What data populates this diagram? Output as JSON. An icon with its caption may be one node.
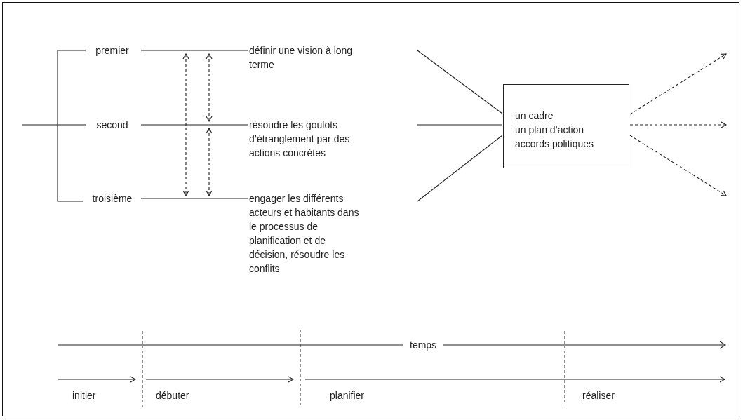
{
  "diagram": {
    "nodes": [
      {
        "text": [
          "premier"
        ]
      },
      {
        "text": [
          "second"
        ]
      },
      {
        "text": [
          "troisième"
        ]
      },
      {
        "text": [
          "définir une vision à long terme"
        ]
      },
      {
        "text": [
          "résoudre les goulots d’étranglement par des actions concrètes"
        ]
      },
      {
        "text": [
          "engager les différents acteurs et habitants dans le processus de planification et de décision, résoudre les conflits"
        ]
      },
      {
        "text": [
          "un cadre",
          "un plan d’action",
          "accords politiques"
        ]
      }
    ],
    "edges": [
      {
        "from": 0,
        "to": 3,
        "arrow": "none"
      },
      {
        "from": 1,
        "to": 4,
        "arrow": "none"
      },
      {
        "from": 2,
        "to": 5,
        "arrow": "none"
      },
      {
        "from": null,
        "to": 6,
        "arrow": "none"
      },
      {
        "from": null,
        "to": 6,
        "arrow": "none"
      },
      {
        "from": null,
        "to": 6,
        "arrow": "none"
      },
      {
        "from": 6,
        "to": null,
        "arrow": "to",
        "style": "dashed"
      },
      {
        "from": 6,
        "to": null,
        "arrow": "to",
        "style": "dashed"
      },
      {
        "from": 6,
        "to": null,
        "arrow": "to",
        "style": "dashed"
      }
    ],
    "labels": [
      "temps",
      "initier",
      "débuter",
      "planifier",
      "réaliser"
    ]
  }
}
